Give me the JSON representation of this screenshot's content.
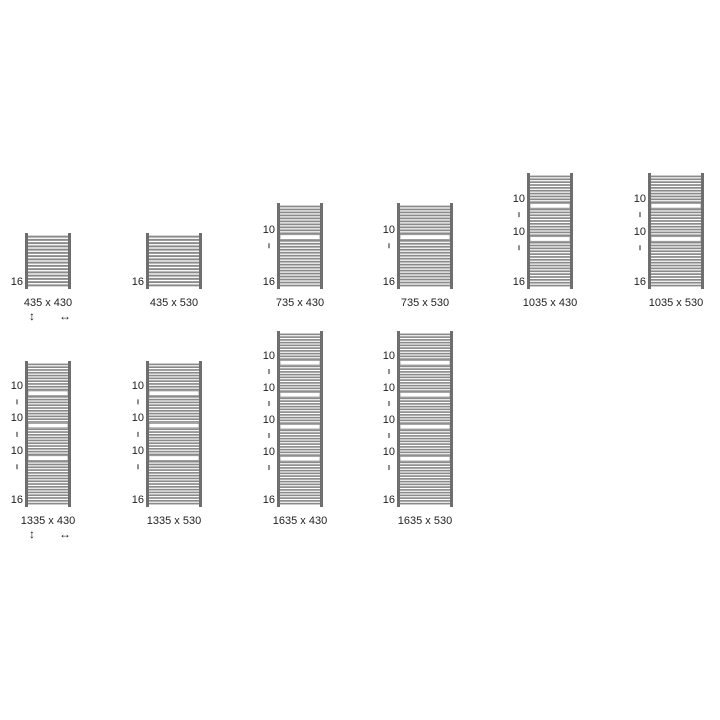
{
  "colors": {
    "frame": "#6e6e6e",
    "bar": "#8a8a8a",
    "gap_fill": "#ffffff",
    "text": "#222222"
  },
  "icons": {
    "height_arrow": "↕",
    "width_arrow": "↔"
  },
  "radiators": [
    {
      "label": "435 x 430",
      "height_mm": 435,
      "width_mm": 430,
      "bar_groups": [
        16
      ],
      "show_arrows": true
    },
    {
      "label": "435 x 530",
      "height_mm": 435,
      "width_mm": 530,
      "bar_groups": [
        16
      ],
      "show_arrows": false
    },
    {
      "label": "735 x 430",
      "height_mm": 735,
      "width_mm": 430,
      "bar_groups": [
        10,
        16
      ],
      "show_arrows": false
    },
    {
      "label": "735 x 530",
      "height_mm": 735,
      "width_mm": 530,
      "bar_groups": [
        10,
        16
      ],
      "show_arrows": false
    },
    {
      "label": "1035 x 430",
      "height_mm": 1035,
      "width_mm": 430,
      "bar_groups": [
        10,
        10,
        16
      ],
      "show_arrows": false
    },
    {
      "label": "1035 x 530",
      "height_mm": 1035,
      "width_mm": 530,
      "bar_groups": [
        10,
        10,
        16
      ],
      "show_arrows": false
    },
    {
      "label": "1335 x 430",
      "height_mm": 1335,
      "width_mm": 430,
      "bar_groups": [
        10,
        10,
        10,
        16
      ],
      "show_arrows": true
    },
    {
      "label": "1335 x 530",
      "height_mm": 1335,
      "width_mm": 530,
      "bar_groups": [
        10,
        10,
        10,
        16
      ],
      "show_arrows": false
    },
    {
      "label": "1635 x 430",
      "height_mm": 1635,
      "width_mm": 430,
      "bar_groups": [
        10,
        10,
        10,
        10,
        16
      ],
      "show_arrows": false
    },
    {
      "label": "1635 x 530",
      "height_mm": 1635,
      "width_mm": 530,
      "bar_groups": [
        10,
        10,
        10,
        10,
        16
      ],
      "show_arrows": false
    }
  ]
}
